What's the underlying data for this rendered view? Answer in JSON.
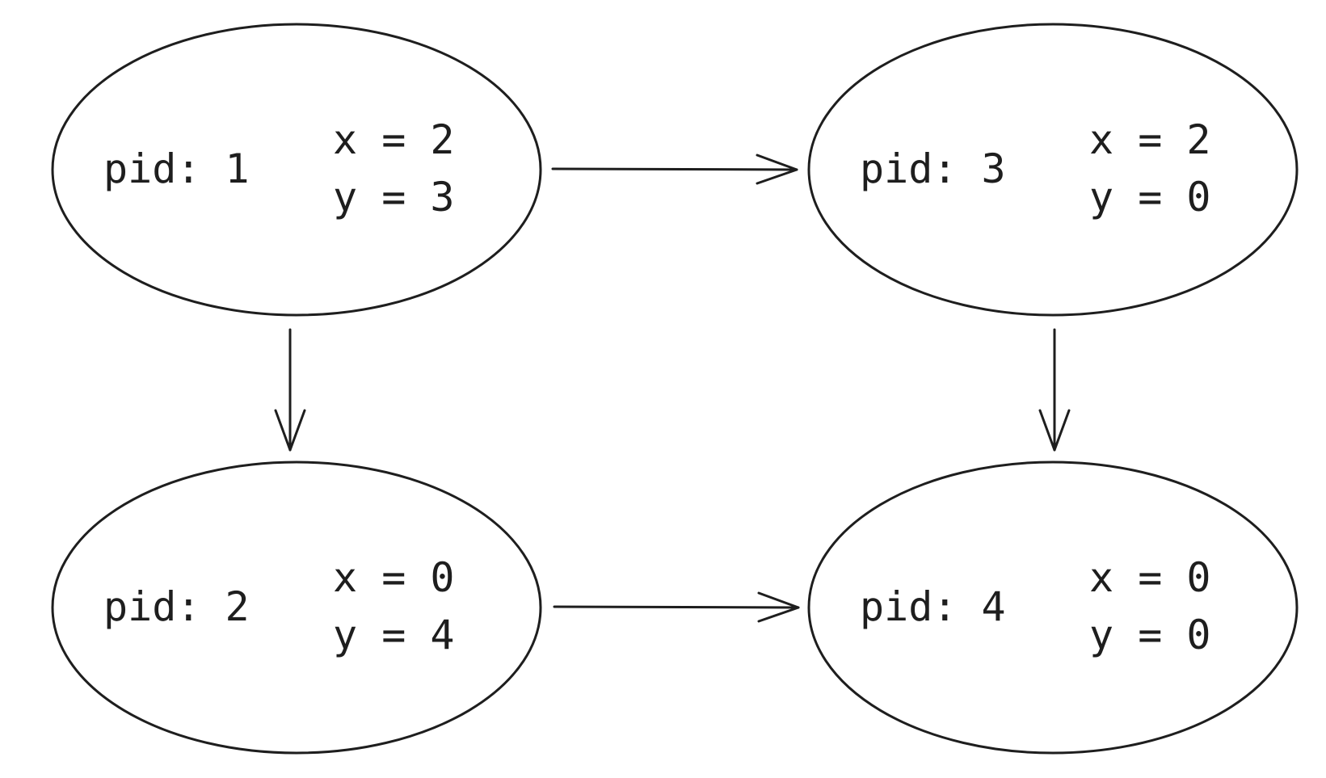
{
  "diagram": {
    "stroke_color": "#1e1e1e",
    "background_color": "#ffffff",
    "nodes": [
      {
        "pid_label": "pid: 1",
        "x_label": "x = 2",
        "y_label": "y = 3"
      },
      {
        "pid_label": "pid: 2",
        "x_label": "x = 0",
        "y_label": "y = 4"
      },
      {
        "pid_label": "pid: 3",
        "x_label": "x = 2",
        "y_label": "y = 0"
      },
      {
        "pid_label": "pid: 4",
        "x_label": "x = 0",
        "y_label": "y = 0"
      }
    ],
    "edges": [
      {
        "from": "pid: 1",
        "to": "pid: 3"
      },
      {
        "from": "pid: 1",
        "to": "pid: 2"
      },
      {
        "from": "pid: 3",
        "to": "pid: 4"
      },
      {
        "from": "pid: 2",
        "to": "pid: 4"
      }
    ]
  }
}
